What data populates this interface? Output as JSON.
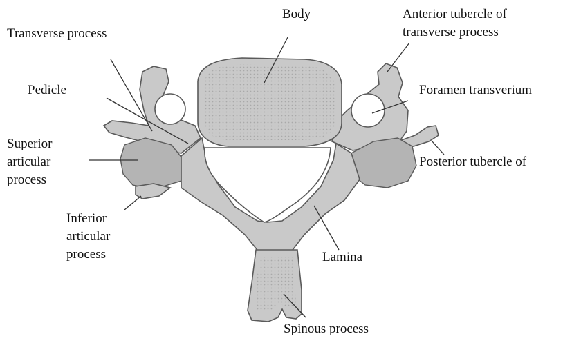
{
  "labels": {
    "body": "Body",
    "anterior_tubercle": "Anterior tubercle of transverse process",
    "anterior_tubercle_line1": "Anterior tubercle of",
    "anterior_tubercle_line2": "transverse process",
    "transverse_process": "Transverse process",
    "pedicle": "Pedicle",
    "foramen_transverium": "Foramen transverium",
    "superior_articular_line1": "Superior",
    "superior_articular_line2": "articular",
    "superior_articular_line3": "process",
    "posterior_tubercle": "Posterior tubercle of",
    "inferior_articular_line1": "Inferior",
    "inferior_articular_line2": "articular",
    "inferior_articular_line3": "process",
    "lamina": "Lamina",
    "spinous_process": "Spinous process"
  },
  "colors": {
    "bone": "#c9c9c9",
    "bone_shade": "#b4b4b4",
    "outline": "#5a5a5a",
    "text": "#111111"
  }
}
